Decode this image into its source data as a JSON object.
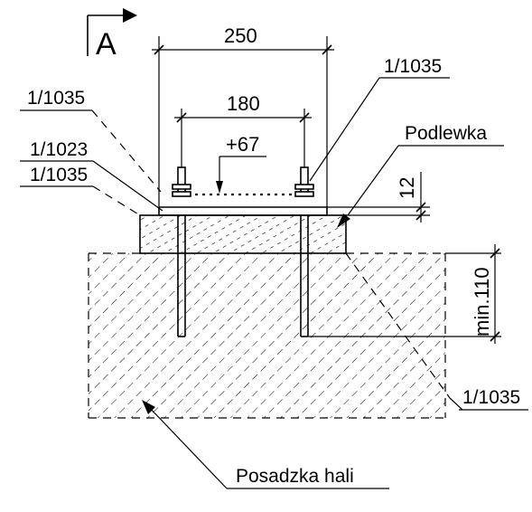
{
  "section_mark": "A",
  "dimensions": {
    "plate_width": "250",
    "bolt_spacing": "180",
    "level": "+67",
    "grout_thickness": "12",
    "foundation_depth": "min.110"
  },
  "labels": {
    "ref_top_left": "1/1035",
    "ref_top_right": "1/1035",
    "ref_mid_left": "1/1023",
    "ref_low_left": "1/1035",
    "ref_bottom_right": "1/1035",
    "grout": "Podlewka",
    "floor": "Posadzka hali"
  }
}
